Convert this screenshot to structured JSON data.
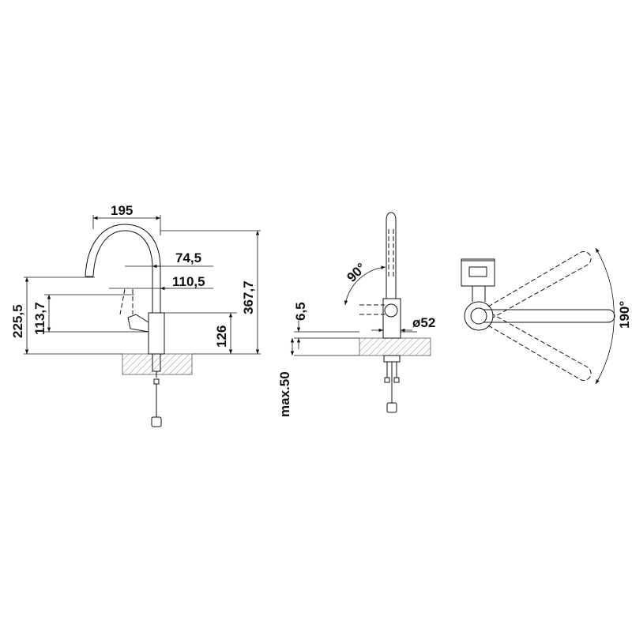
{
  "front_view": {
    "width_label": "195",
    "spout_offset_label": "74,5",
    "spray_offset_label": "110,5",
    "height_to_spout_label": "225,5",
    "handle_height_label": "113,7",
    "body_height_label": "126",
    "total_height_label": "367,7"
  },
  "side_view": {
    "handle_angle_label": "90°",
    "deck_thickness_label": "6,5",
    "base_diameter_label": "ø52",
    "max_deck_label": "max.50"
  },
  "top_view": {
    "swivel_angle_label": "190°"
  }
}
